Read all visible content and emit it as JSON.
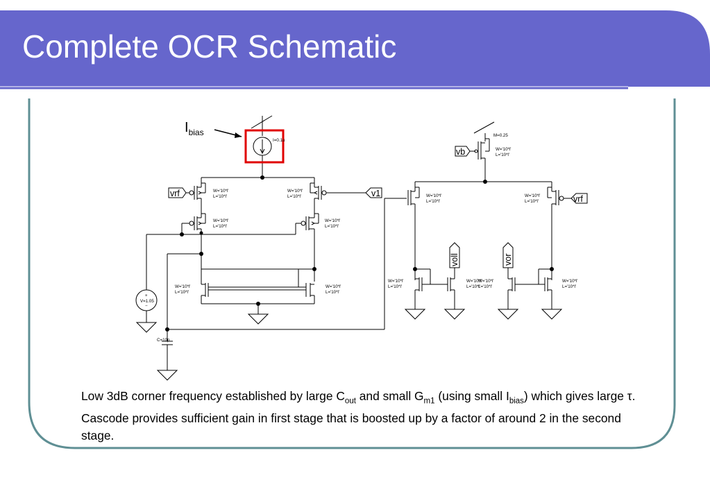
{
  "slide": {
    "title": "Complete OCR Schematic"
  },
  "schematic": {
    "ibias_main": "I",
    "ibias_sub": "bias",
    "ibias_source_value": "I=0.1u",
    "pins": {
      "vrf_left": "vrf",
      "v1": "v1",
      "vb": "vb",
      "vrf_right": "vrf",
      "voll": "voll",
      "vor": "vor"
    },
    "m_label": "M=0.25",
    "w": "W='10*l'",
    "l": "L='10*l'",
    "vsource_value": "V=1.05",
    "cap_label": "C=10p",
    "plus": "+",
    "minus": "−"
  },
  "caption": {
    "p1": "Low 3dB corner frequency established by large C",
    "s1": "out",
    "p2": " and small G",
    "s2": "m1",
    "p3": " (using small I",
    "s3": "bias",
    "p4": ") which gives large τ. Cascode provides sufficient gain in first stage that is boosted up by a factor of around 2 in the second stage."
  },
  "colors": {
    "title_bar": "#6666cc",
    "frame_border": "#5f8f94",
    "highlight": "#e00000"
  }
}
